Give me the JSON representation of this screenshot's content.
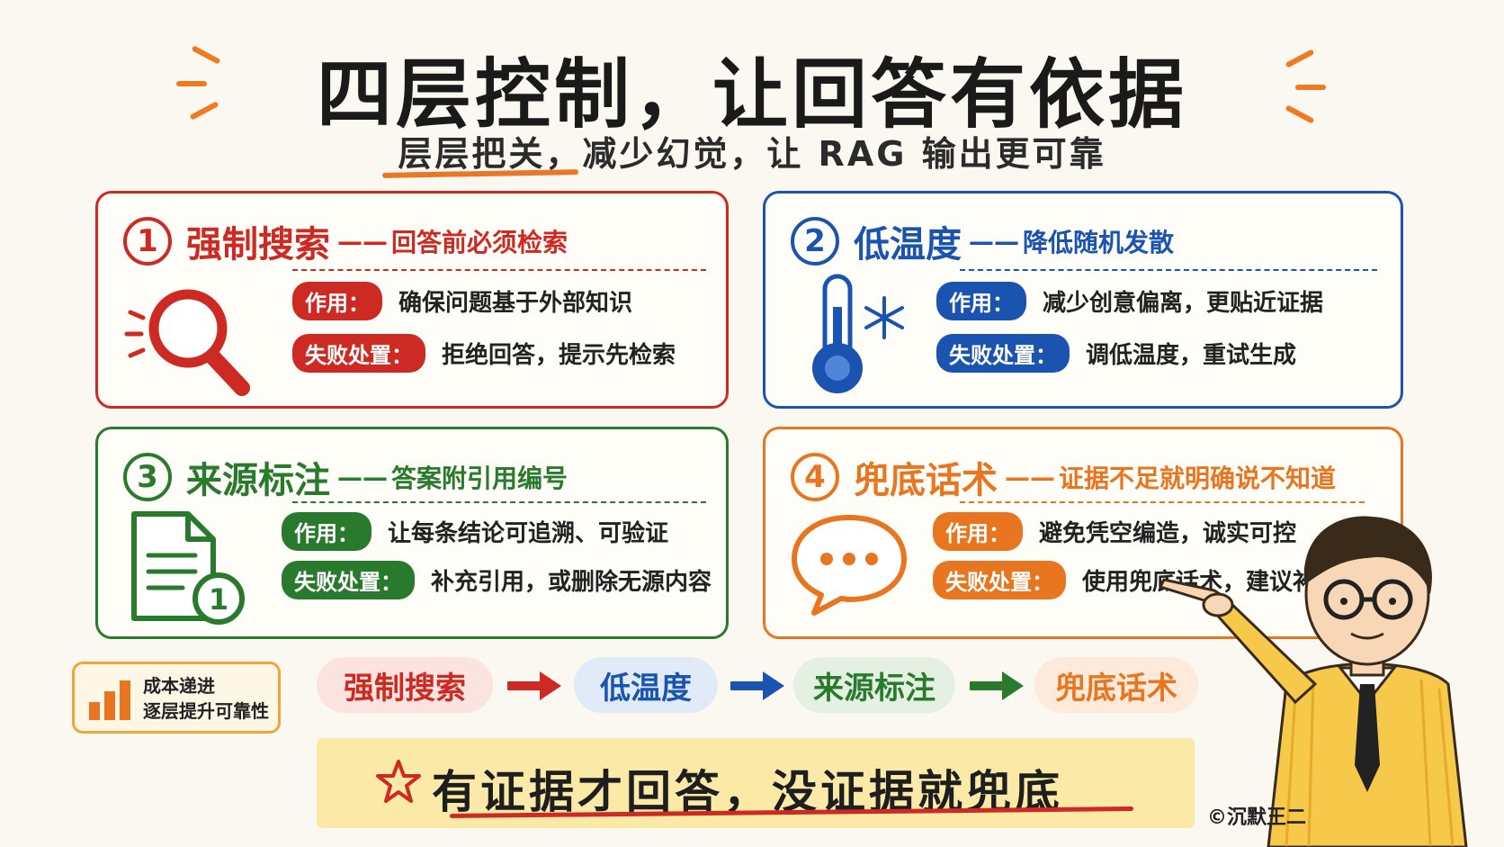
{
  "title": "四层控制，让回答有依据",
  "subtitle": "层层把关，减少幻觉，让 RAG 输出更可靠",
  "cards": [
    {
      "num": "1",
      "title": "强制搜索",
      "dash": "——",
      "sub": "回答前必须检索",
      "role_label": "作用：",
      "role_text": "确保问题基于外部知识",
      "fail_label": "失败处置：",
      "fail_text": "拒绝回答，提示先检索",
      "color": "#cc2a22",
      "icon": "magnifier-icon"
    },
    {
      "num": "2",
      "title": "低温度",
      "dash": "——",
      "sub": "降低随机发散",
      "role_label": "作用：",
      "role_text": "减少创意偏离，更贴近证据",
      "fail_label": "失败处置：",
      "fail_text": "调低温度，重试生成",
      "color": "#1a53b0",
      "icon": "thermometer-icon"
    },
    {
      "num": "3",
      "title": "来源标注",
      "dash": "——",
      "sub": "答案附引用编号",
      "role_label": "作用：",
      "role_text": "让每条结论可追溯、可验证",
      "fail_label": "失败处置：",
      "fail_text": "补充引用，或删除无源内容",
      "color": "#2a7a2e",
      "icon": "document-icon"
    },
    {
      "num": "4",
      "title": "兜底话术",
      "dash": "——",
      "sub": "证据不足就明确说不知道",
      "role_label": "作用：",
      "role_text": "避免凭空编造，诚实可控",
      "fail_label": "失败处置：",
      "fail_text": "使用兜底话术，建议补充信息",
      "color": "#e8751f",
      "icon": "speech-bubble-icon"
    }
  ],
  "cost": {
    "line1": "成本递进",
    "line2": "逐层提升可靠性",
    "icon": "bar-chart-icon"
  },
  "flow": [
    "强制搜索",
    "低温度",
    "来源标注",
    "兜底话术"
  ],
  "banner": {
    "text": "有证据才回答，没证据就兜底",
    "icon": "star-icon"
  },
  "credit": "©沉默王二"
}
